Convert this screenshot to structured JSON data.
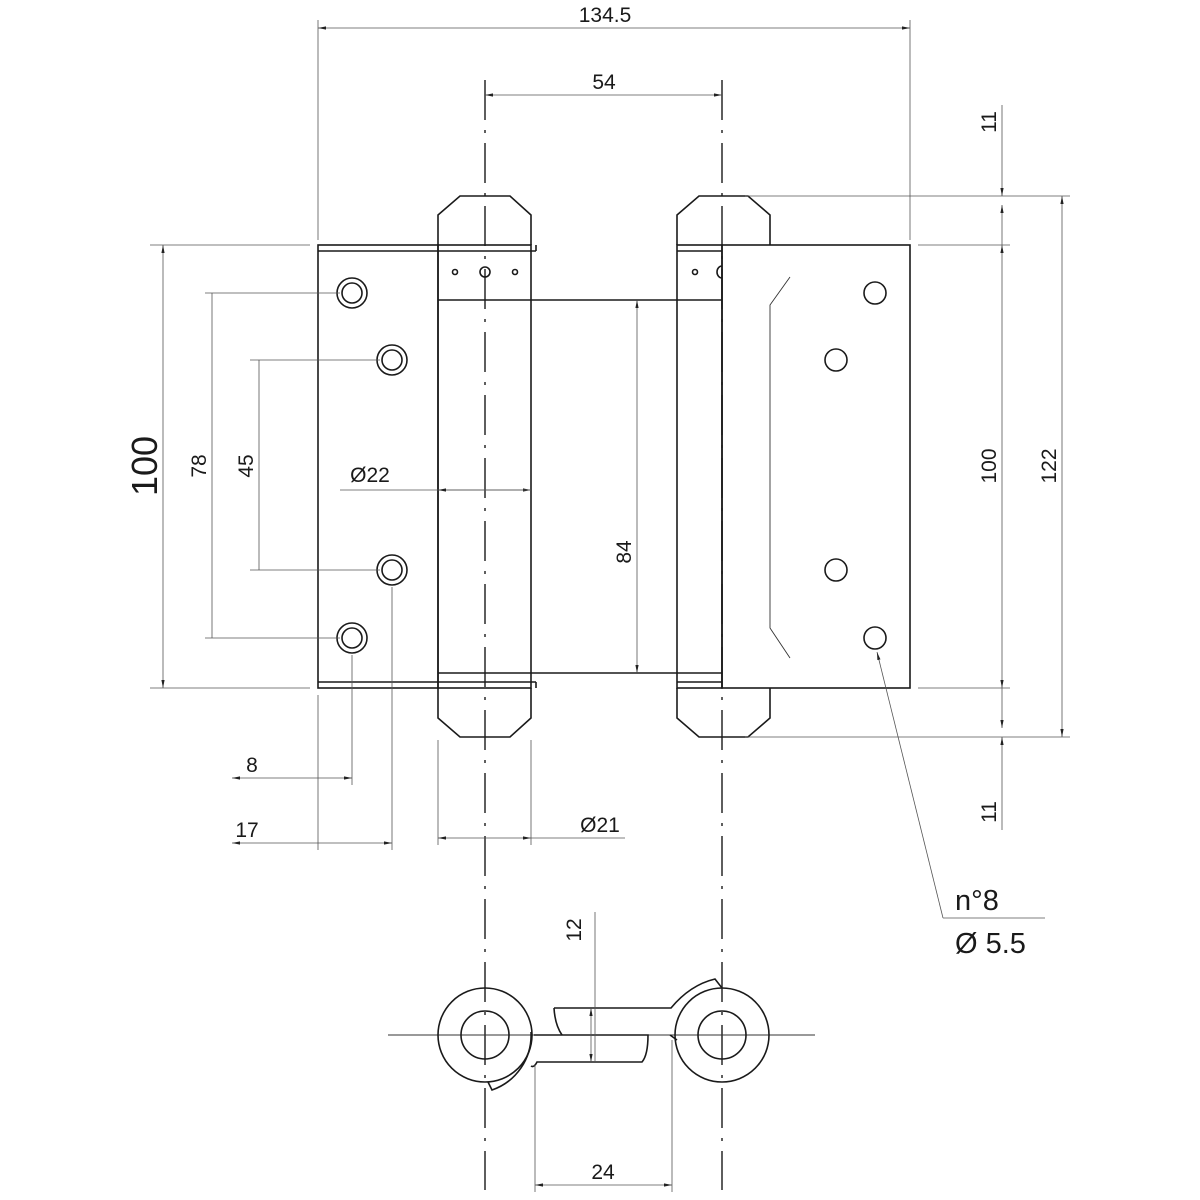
{
  "dimensions": {
    "overall_width": "134.5",
    "axis_distance": "54",
    "cap_top": "11",
    "cap_bottom": "11",
    "plate_height_left": "100",
    "hole_spacing_outer": "78",
    "hole_spacing_inner": "45",
    "barrel_diameter": "Ø22",
    "spring_length": "84",
    "plate_height_right": "100",
    "total_height": "122",
    "hole_offset_outer": "8",
    "hole_offset_inner": "17",
    "barrel_diameter_lower": "Ø21",
    "hole_count": "n°8",
    "hole_diameter": "Ø 5.5",
    "section_thickness": "12",
    "section_gap": "24"
  }
}
